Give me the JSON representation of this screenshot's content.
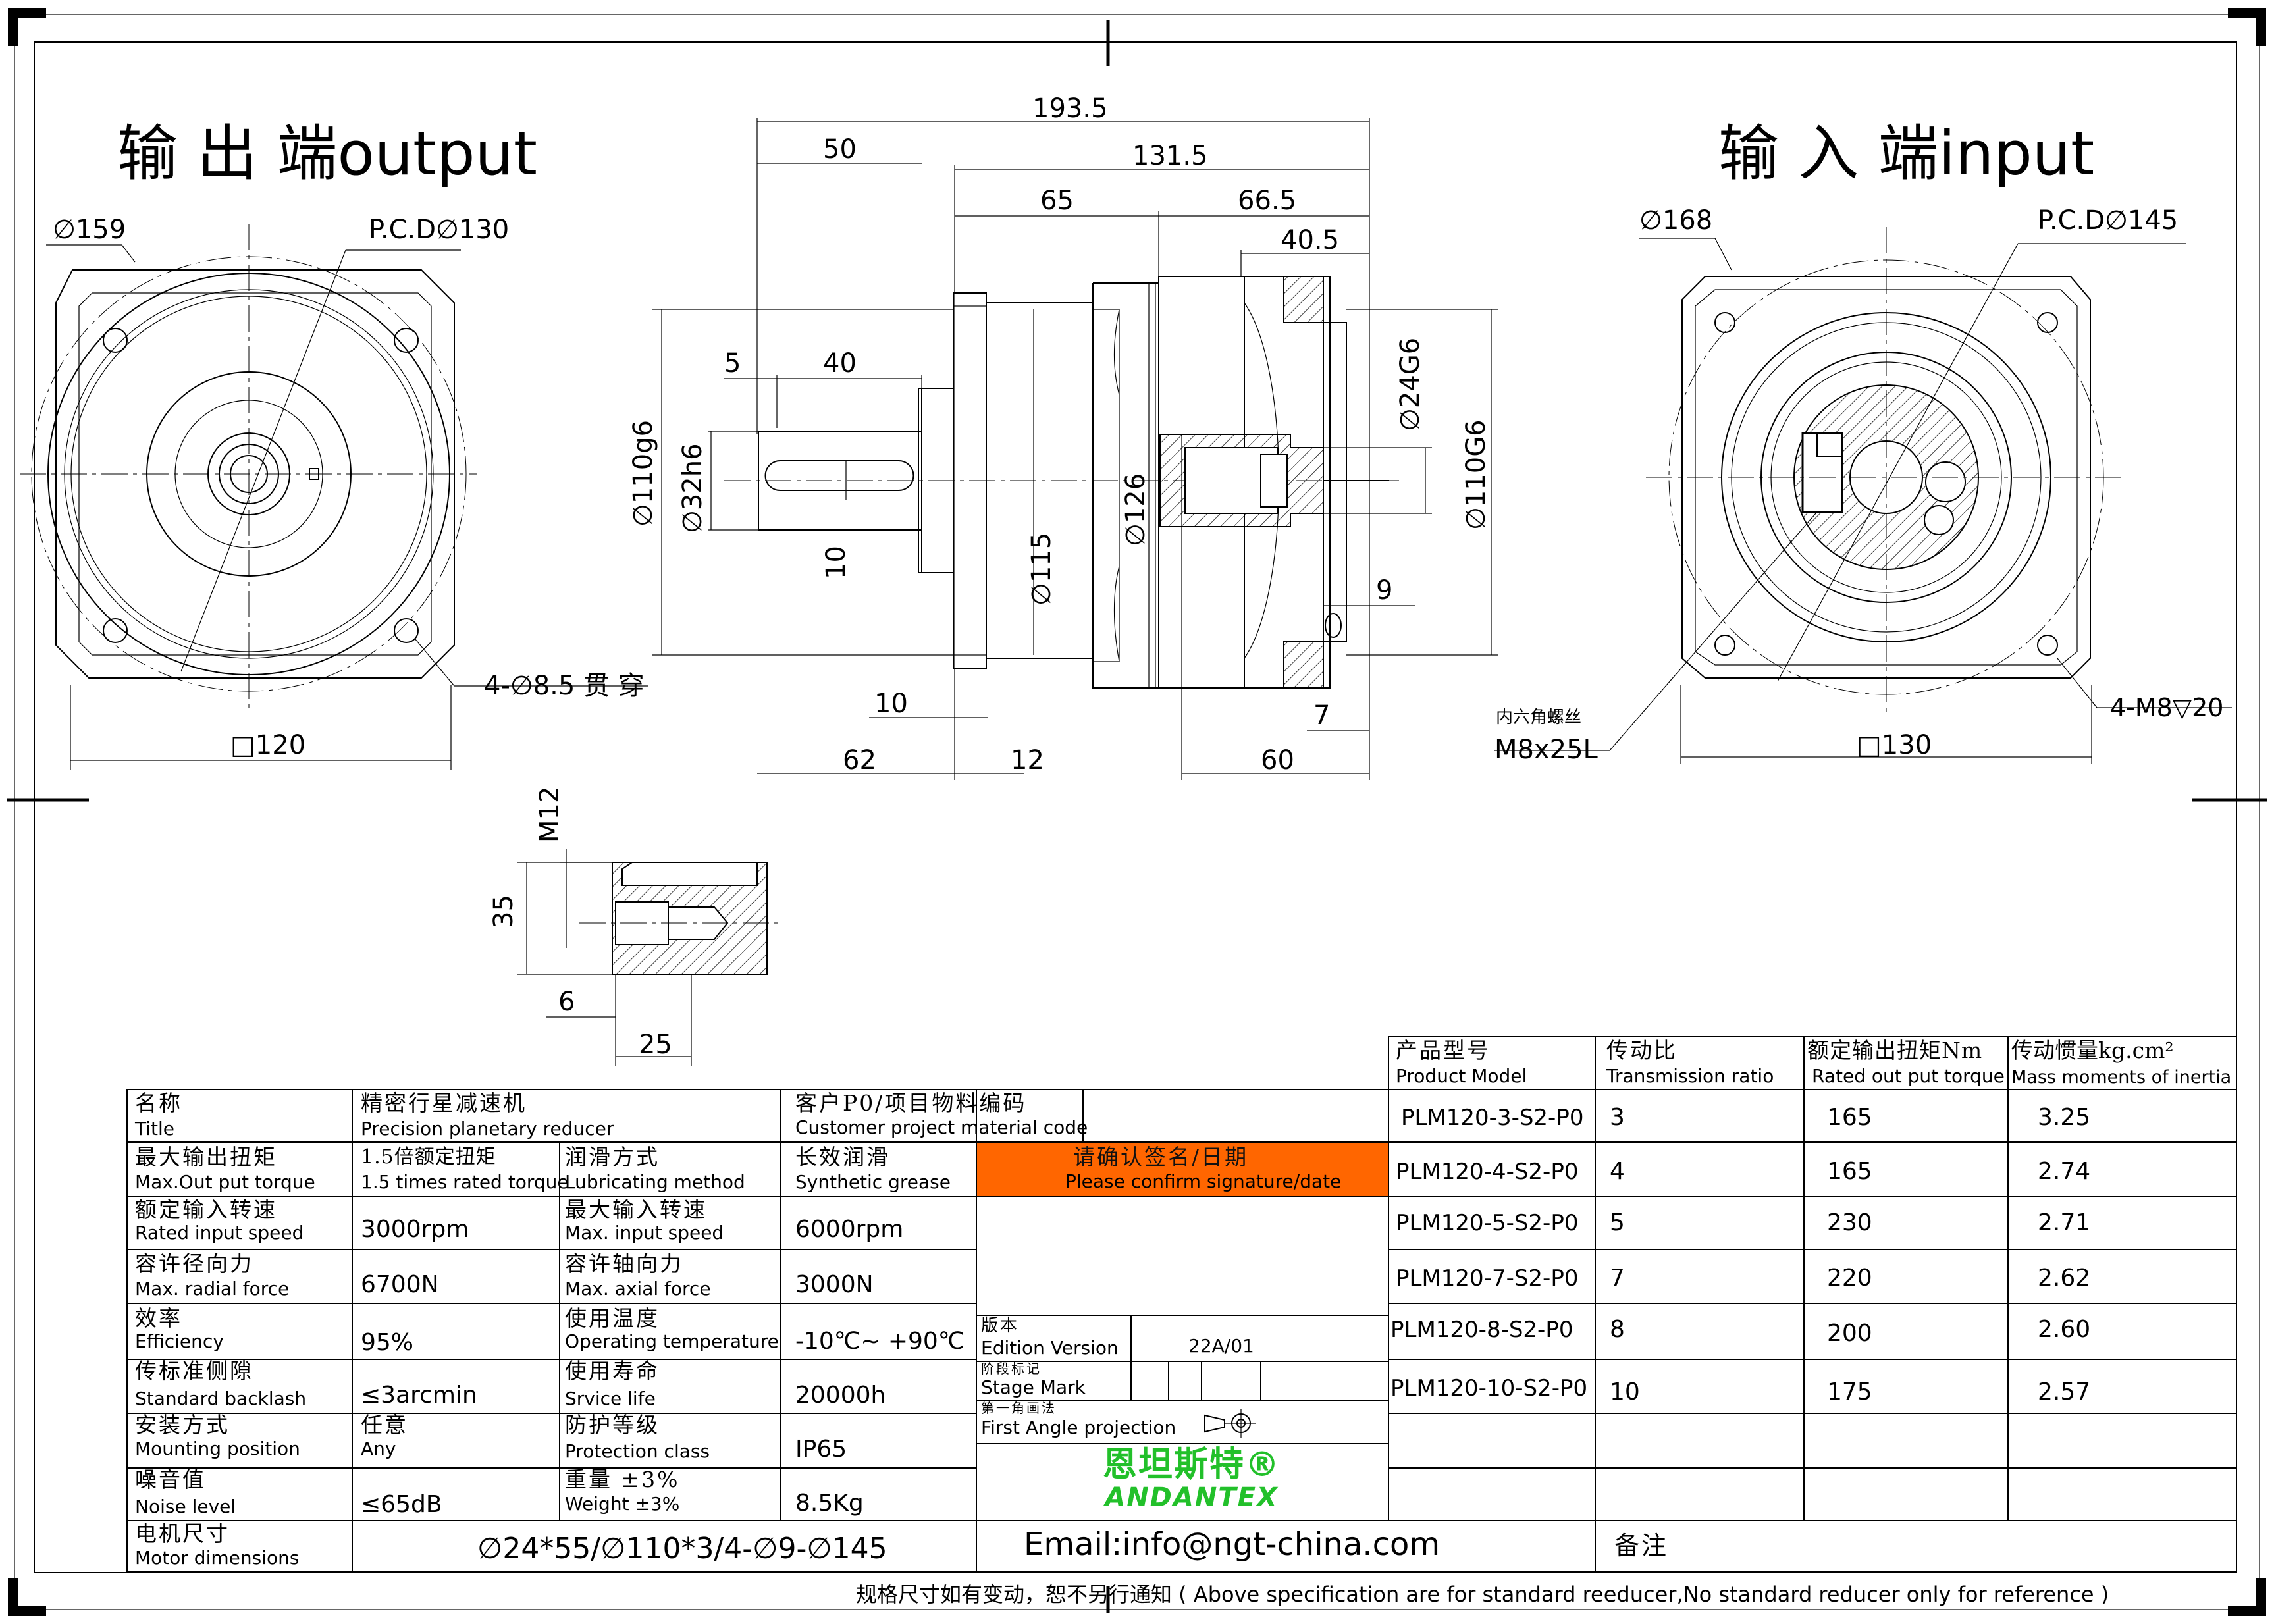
{
  "views": {
    "output_title": "输 出 端output",
    "input_title": "输 入 端input"
  },
  "dims": {
    "out_d159": "∅159",
    "out_pcd": "P.C.D∅130",
    "out_holes": "4-∅8.5 贯 穿",
    "out_sq": "□120",
    "side_total": "193.5",
    "side_50": "50",
    "side_131": "131.5",
    "side_65": "65",
    "side_665": "66.5",
    "side_405": "40.5",
    "side_5": "5",
    "side_40": "40",
    "side_10a": "10",
    "side_10b": "10",
    "side_62": "62",
    "side_12": "12",
    "side_60": "60",
    "side_7": "7",
    "side_9": "9",
    "d110g6": "∅110g6",
    "d32h6": "∅32h6",
    "d115": "∅115",
    "d126": "∅126",
    "d24G6": "∅24G6",
    "d110G6": "∅110G6",
    "in_d168": "∅168",
    "in_pcd": "P.C.D∅145",
    "in_screw_cn": "内六角螺丝",
    "in_screw": "M8x25L",
    "in_holes": "4-M8▽20",
    "in_sq": "□130",
    "det_m12": "M12",
    "det_35": "35",
    "det_6": "6",
    "det_25": "25"
  },
  "spec": {
    "title_cn": "名称",
    "title_en": "Title",
    "title_val_cn": "精密行星减速机",
    "title_val_en": "Precision planetary reducer",
    "cust_cn": "客户P0/项目物料编码",
    "cust_en": "Customer project material code",
    "mot_cn": "最大输出扭矩",
    "mot_en": "Max.Out put torque",
    "mot_val_cn": "1.5倍额定扭矩",
    "mot_val_en": "1.5 times rated torque",
    "lub_cn": "润滑方式",
    "lub_en": "Lubricating method",
    "lub_val_cn": "长效润滑",
    "lub_val_en": "Synthetic grease",
    "confirm_cn": "请确认签名/日期",
    "confirm_en": "Please confirm signature/date",
    "ris_cn": "额定输入转速",
    "ris_en": "Rated input speed",
    "ris_val": "3000rpm",
    "mis_cn": "最大输入转速",
    "mis_en": "Max. input speed",
    "mis_val": "6000rpm",
    "rad_cn": "容许径向力",
    "rad_en": "Max. radial force",
    "rad_val": "6700N",
    "ax_cn": "容许轴向力",
    "ax_en": "Max. axial force",
    "ax_val": "3000N",
    "eff_cn": "效率",
    "eff_en": "Efficiency",
    "eff_val": "95%",
    "temp_cn": "使用温度",
    "temp_en": "Operating temperature",
    "temp_val": "-10℃~ +90℃",
    "bl_cn": "传标准侧隙",
    "bl_en": "Standard backlash",
    "bl_val": "≤3arcmin",
    "life_cn": "使用寿命",
    "life_en": "Srvice life",
    "life_val": "20000h",
    "mnt_cn": "安装方式",
    "mnt_en": "Mounting position",
    "mnt_val_cn": "任意",
    "mnt_val_en": "Any",
    "prot_cn": "防护等级",
    "prot_en": "Protection class",
    "prot_val": "IP65",
    "noise_cn": "噪音值",
    "noise_en": "Noise level",
    "noise_val": "≤65dB",
    "wt_cn": "重量 ±3%",
    "wt_en": "Weight ±3%",
    "wt_val": "8.5Kg",
    "motor_cn": "电机尺寸",
    "motor_en": "Motor dimensions",
    "motor_val": "∅24*55/∅110*3/4-∅9-∅145",
    "email": "Email:info@ngt-china.com",
    "remark": "备注",
    "ed_cn": "版本",
    "ed_en": "Edition Version",
    "ed_val": "22A/01",
    "stage_cn": "阶段标记",
    "stage_en": "Stage Mark",
    "proj_cn": "第一角画法",
    "proj_en": "First Angle projection",
    "brand_cn": "恩坦斯特®",
    "brand_en": "ANDANTEX"
  },
  "models": {
    "h_model_cn": "产品型号",
    "h_model_en": "Product Model",
    "h_ratio_cn": "传动比",
    "h_ratio_en": "Transmission ratio",
    "h_torque_cn": "额定输出扭矩Nm",
    "h_torque_en": "Rated out put torque",
    "h_inertia_cn": "传动惯量kg.cm²",
    "h_inertia_en": "Mass moments of inertia",
    "rows": [
      {
        "model": "PLM120-3-S2-P0",
        "ratio": "3",
        "torque": "165",
        "inertia": "3.25"
      },
      {
        "model": "PLM120-4-S2-P0",
        "ratio": "4",
        "torque": "165",
        "inertia": "2.74"
      },
      {
        "model": "PLM120-5-S2-P0",
        "ratio": "5",
        "torque": "230",
        "inertia": "2.71"
      },
      {
        "model": "PLM120-7-S2-P0",
        "ratio": "7",
        "torque": "220",
        "inertia": "2.62"
      },
      {
        "model": "PLM120-8-S2-P0",
        "ratio": "8",
        "torque": "200",
        "inertia": "2.60"
      },
      {
        "model": "PLM120-10-S2-P0",
        "ratio": "10",
        "torque": "175",
        "inertia": "2.57"
      }
    ]
  },
  "footer": "规格尺寸如有变动，恕不另行通知 ( Above specification are for standard reeducer,No standard reducer only for reference )",
  "colors": {
    "confirm_bg": "#ff6600",
    "brand_cn": "#22c02a",
    "brand_en": "#22c02a"
  }
}
